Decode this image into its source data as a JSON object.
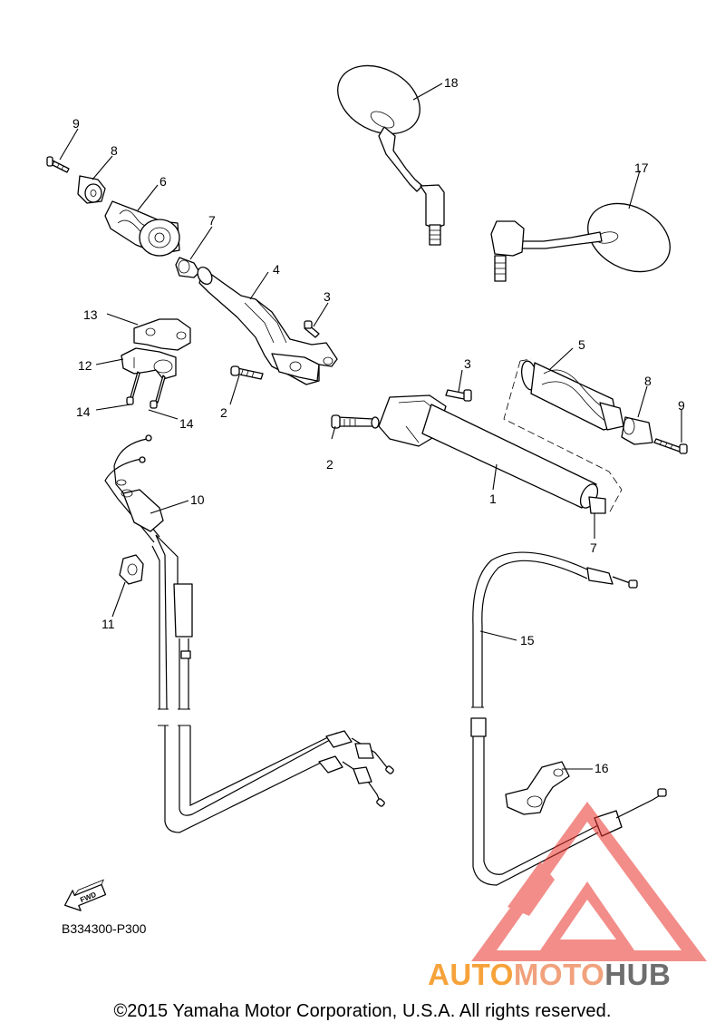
{
  "diagram": {
    "callouts": [
      "1",
      "2",
      "2",
      "3",
      "3",
      "4",
      "5",
      "6",
      "7",
      "7",
      "8",
      "8",
      "9",
      "9",
      "10",
      "11",
      "12",
      "13",
      "14",
      "14",
      "15",
      "16",
      "17",
      "18"
    ],
    "direction_marker": "FWD",
    "reference_code": "B334300-P300"
  },
  "footer": {
    "copyright": "©2015 Yamaha Motor Corporation, U.S.A. All rights reserved."
  },
  "watermark": {
    "part1": "AUTO",
    "part2": "MOTO",
    "part3": "HUB",
    "colors": {
      "auto": "#f6a23a",
      "moto": "#f1a17c",
      "hub": "#6e6e6e",
      "triangle": "#e8312a"
    }
  }
}
